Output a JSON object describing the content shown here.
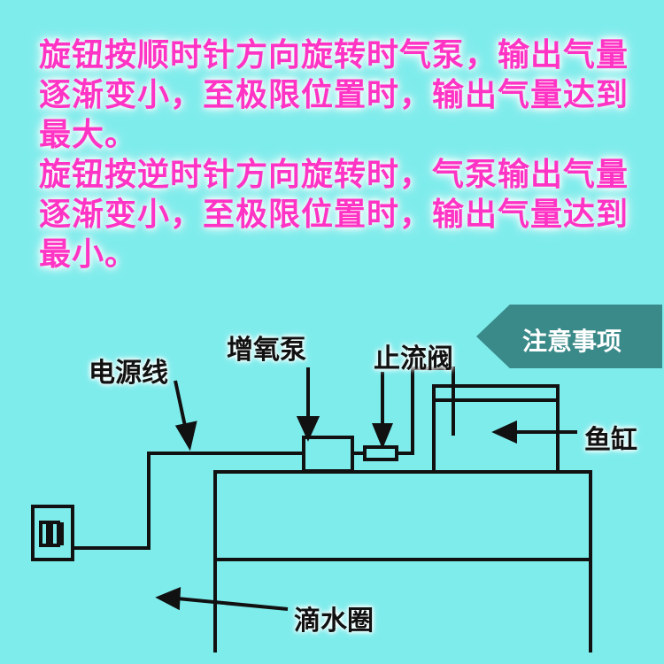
{
  "instructions": [
    "旋钮按顺时针方向旋转时气泵，输出气量逐渐变小，至极限位置时，输出气量达到最大。",
    "旋钮按逆时针方向旋转时，气泵输出气量逐渐变小，至极限位置时，输出气量达到最小。"
  ],
  "tag_label": "注意事项",
  "labels": {
    "power_cord": "电源线",
    "air_pump": "增氧泵",
    "check_valve": "止流阀",
    "fish_tank": "鱼缸",
    "drip_loop": "滴水圈"
  }
}
